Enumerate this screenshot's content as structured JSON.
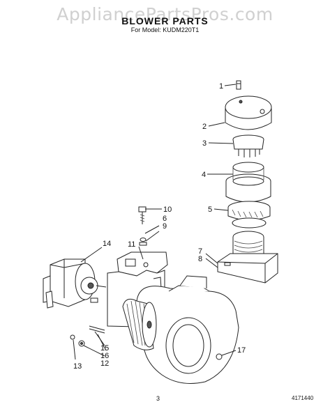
{
  "watermark": "AppliancePartsPros.com",
  "title": "BLOWER PARTS",
  "subtitle": "For Model: KUDM220T1",
  "page_number": "3",
  "document_id": "4171440",
  "callouts": [
    "1",
    "2",
    "3",
    "4",
    "5",
    "6",
    "7",
    "8",
    "9",
    "10",
    "11",
    "12",
    "13",
    "14",
    "15",
    "16",
    "17"
  ]
}
